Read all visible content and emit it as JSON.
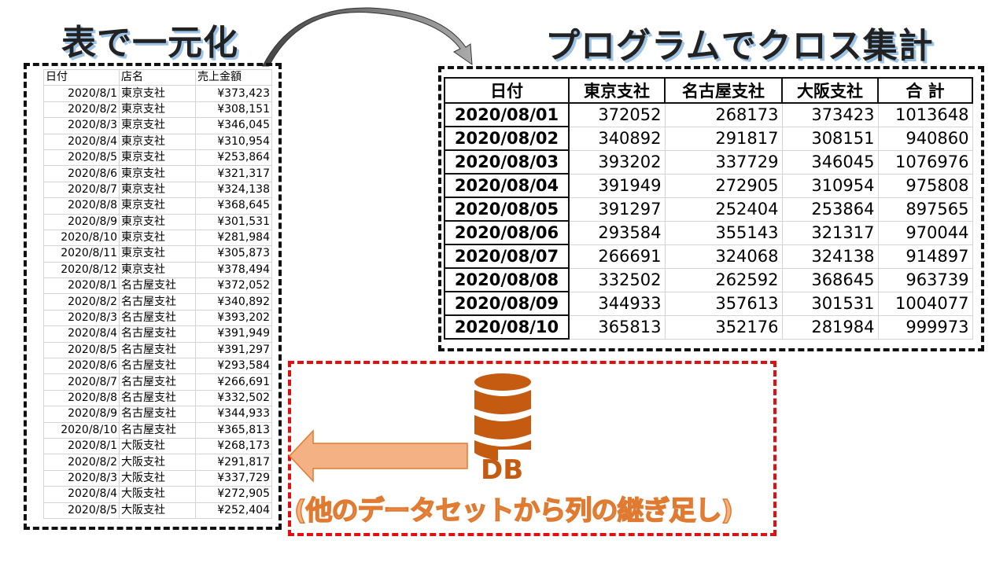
{
  "titles": {
    "left": "表で一元化",
    "right": "プログラムでクロス集計"
  },
  "source_table": {
    "headers": [
      "日付",
      "店名",
      "売上金額"
    ],
    "rows": [
      [
        "2020/8/1",
        "東京支社",
        "¥373,423"
      ],
      [
        "2020/8/2",
        "東京支社",
        "¥308,151"
      ],
      [
        "2020/8/3",
        "東京支社",
        "¥346,045"
      ],
      [
        "2020/8/4",
        "東京支社",
        "¥310,954"
      ],
      [
        "2020/8/5",
        "東京支社",
        "¥253,864"
      ],
      [
        "2020/8/6",
        "東京支社",
        "¥321,317"
      ],
      [
        "2020/8/7",
        "東京支社",
        "¥324,138"
      ],
      [
        "2020/8/8",
        "東京支社",
        "¥368,645"
      ],
      [
        "2020/8/9",
        "東京支社",
        "¥301,531"
      ],
      [
        "2020/8/10",
        "東京支社",
        "¥281,984"
      ],
      [
        "2020/8/11",
        "東京支社",
        "¥305,873"
      ],
      [
        "2020/8/12",
        "東京支社",
        "¥378,494"
      ],
      [
        "2020/8/1",
        "名古屋支社",
        "¥372,052"
      ],
      [
        "2020/8/2",
        "名古屋支社",
        "¥340,892"
      ],
      [
        "2020/8/3",
        "名古屋支社",
        "¥393,202"
      ],
      [
        "2020/8/4",
        "名古屋支社",
        "¥391,949"
      ],
      [
        "2020/8/5",
        "名古屋支社",
        "¥391,297"
      ],
      [
        "2020/8/6",
        "名古屋支社",
        "¥293,584"
      ],
      [
        "2020/8/7",
        "名古屋支社",
        "¥266,691"
      ],
      [
        "2020/8/8",
        "名古屋支社",
        "¥332,502"
      ],
      [
        "2020/8/9",
        "名古屋支社",
        "¥344,933"
      ],
      [
        "2020/8/10",
        "名古屋支社",
        "¥365,813"
      ],
      [
        "2020/8/1",
        "大阪支社",
        "¥268,173"
      ],
      [
        "2020/8/2",
        "大阪支社",
        "¥291,817"
      ],
      [
        "2020/8/3",
        "大阪支社",
        "¥337,729"
      ],
      [
        "2020/8/4",
        "大阪支社",
        "¥272,905"
      ],
      [
        "2020/8/5",
        "大阪支社",
        "¥252,404"
      ]
    ]
  },
  "cross_table": {
    "headers": [
      "日付",
      "東京支社",
      "名古屋支社",
      "大阪支社",
      "合 計"
    ],
    "rows": [
      [
        "2020/08/01",
        "372052",
        "268173",
        "373423",
        "1013648"
      ],
      [
        "2020/08/02",
        "340892",
        "291817",
        "308151",
        "940860"
      ],
      [
        "2020/08/03",
        "393202",
        "337729",
        "346045",
        "1076976"
      ],
      [
        "2020/08/04",
        "391949",
        "272905",
        "310954",
        "975808"
      ],
      [
        "2020/08/05",
        "391297",
        "252404",
        "253864",
        "897565"
      ],
      [
        "2020/08/06",
        "293584",
        "355143",
        "321317",
        "970044"
      ],
      [
        "2020/08/07",
        "266691",
        "324068",
        "324138",
        "914897"
      ],
      [
        "2020/08/08",
        "332502",
        "262592",
        "368645",
        "963739"
      ],
      [
        "2020/08/09",
        "344933",
        "357613",
        "301531",
        "1004077"
      ],
      [
        "2020/08/10",
        "365813",
        "352176",
        "281984",
        "999973"
      ]
    ]
  },
  "db": {
    "label": "DB",
    "icon": "database-icon",
    "color": "#c55a11"
  },
  "note": "(他のデータセットから列の継ぎ足し)",
  "colors": {
    "arrow": "#f4b183",
    "red_border": "#e01010",
    "title_shadow": "#9dc3e6"
  }
}
